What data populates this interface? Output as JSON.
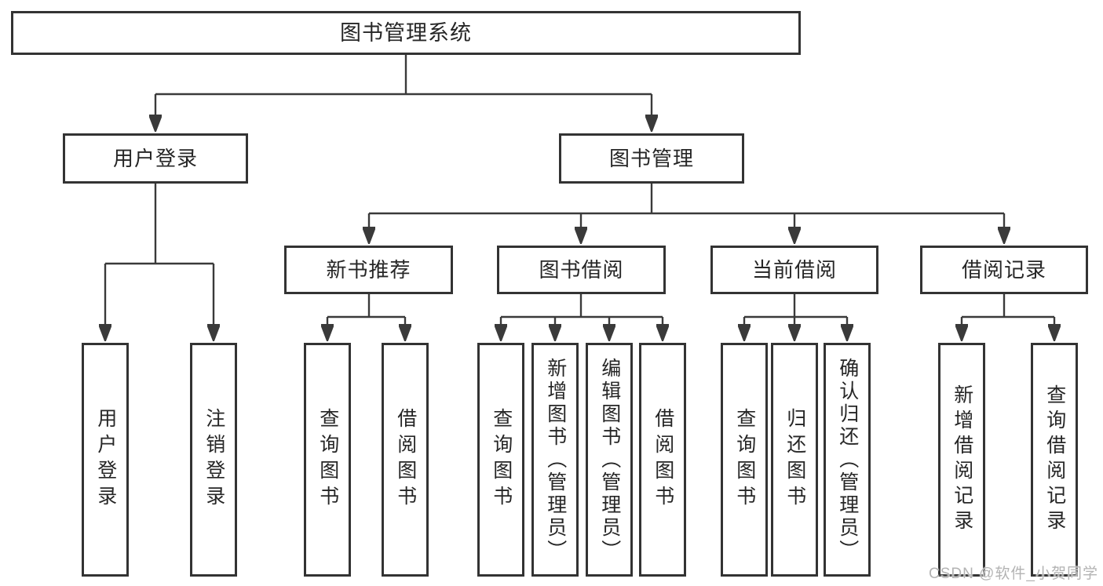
{
  "diagram": {
    "root": {
      "label": "图书管理系统"
    },
    "level2": [
      {
        "label": "用户登录"
      },
      {
        "label": "图书管理"
      }
    ],
    "level3": [
      {
        "label": "新书推荐"
      },
      {
        "label": "图书借阅"
      },
      {
        "label": "当前借阅"
      },
      {
        "label": "借阅记录"
      }
    ],
    "level4": {
      "user_login_children": [
        {
          "label": "用户登录"
        },
        {
          "label": "注销登录"
        }
      ],
      "new_book_children": [
        {
          "label": "查询图书"
        },
        {
          "label": "借阅图书"
        }
      ],
      "book_borrow_children": [
        {
          "label": "查询图书"
        },
        {
          "label": "新增图书（管理员）"
        },
        {
          "label": "编辑图书（管理员）"
        },
        {
          "label": "借阅图书"
        }
      ],
      "current_borrow_children": [
        {
          "label": "查询图书"
        },
        {
          "label": "归还图书"
        },
        {
          "label": "确认归还（管理员）"
        }
      ],
      "borrow_record_children": [
        {
          "label": "新增借阅记录"
        },
        {
          "label": "查询借阅记录"
        }
      ]
    }
  },
  "watermark": {
    "text": "CSDN @软件_小贺同学"
  },
  "colors": {
    "line": "#3a3a3a",
    "border": "#333333",
    "text": "#262626",
    "background": "#ffffff",
    "watermark": "#b3b3b3"
  }
}
